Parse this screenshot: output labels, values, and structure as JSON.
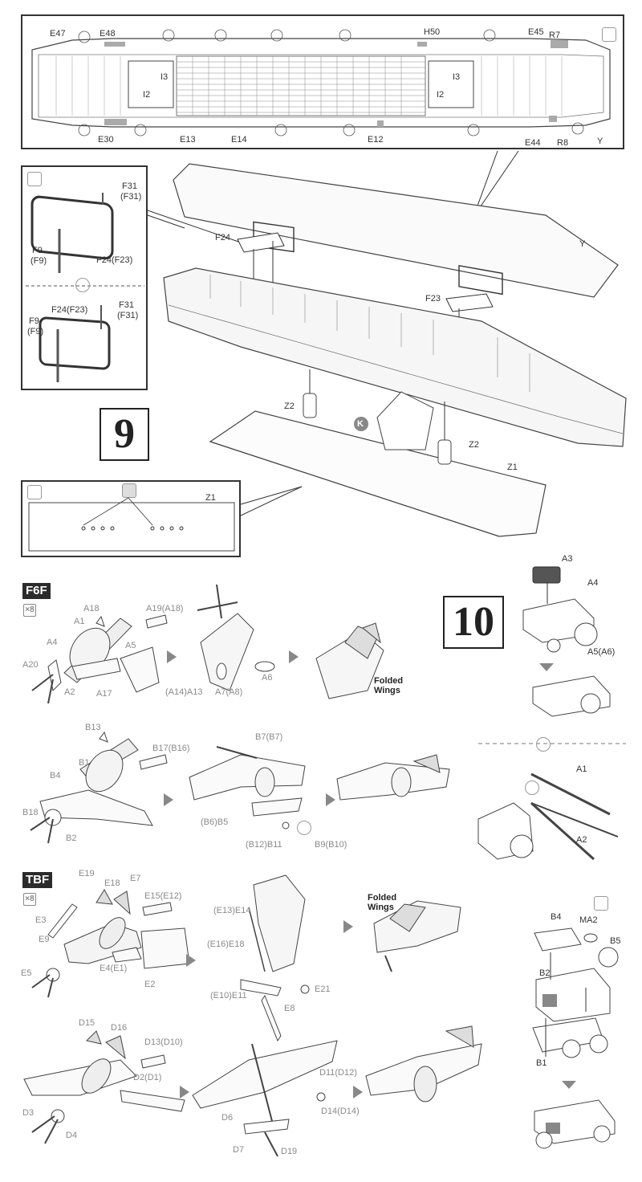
{
  "step9": {
    "number": "9",
    "plan_labels": {
      "e47": "E47",
      "e48": "E48",
      "h50": "H50",
      "e45": "E45",
      "r7": "R7",
      "i3a": "I3",
      "i2a": "I2",
      "i3b": "I3",
      "i2b": "I2",
      "e30": "E30",
      "e13": "E13",
      "e14": "E14",
      "e12": "E12",
      "e44": "E44",
      "r8": "R8",
      "y": "Y"
    },
    "detail_labels": {
      "f31a": "F31",
      "f31a_alt": "(F31)",
      "f9a": "F9",
      "f9a_alt": "(F9)",
      "f24a": "F24(F23)",
      "f24b": "F24(F23)",
      "f31b": "F31",
      "f31b_alt": "(F31)",
      "f9b": "F9",
      "f9b_alt": "(F9)"
    },
    "ship_labels": {
      "f24": "F24",
      "y": "Y",
      "f23": "F23",
      "z2a": "Z2",
      "k": "K",
      "z2b": "Z2",
      "z1": "Z1"
    },
    "stand_detail_label": "Z1"
  },
  "step10": {
    "number": "10",
    "tractor_labels": {
      "a3": "A3",
      "a4": "A4",
      "a5": "A5(A6)",
      "a1": "A1",
      "a2": "A2"
    },
    "jeep_labels": {
      "b4": "B4",
      "ma2": "MA2",
      "b5": "B5",
      "b2": "B2",
      "b1": "B1"
    }
  },
  "f6f": {
    "tag": "F6F",
    "multiplier": "×8",
    "row1_labels": {
      "a18": "A18",
      "a1": "A1",
      "a19": "A19(A18)",
      "a4": "A4",
      "a5": "A5",
      "a20": "A20",
      "a2": "A2",
      "a17": "A17",
      "a14": "(A14)A13",
      "a7": "A7(A8)",
      "a6": "A6"
    },
    "folded_note": "Folded\nWings",
    "row2_labels": {
      "b13": "B13",
      "b17": "B17(B16)",
      "b1": "B1",
      "b4": "B4",
      "b18": "B18",
      "b2": "B2",
      "b7": "B7(B7)",
      "b6": "(B6)B5",
      "b12": "(B12)B11",
      "b9": "B9(B10)"
    }
  },
  "tbf": {
    "tag": "TBF",
    "multiplier": "×8",
    "row1_labels": {
      "e19": "E19",
      "e18": "E18",
      "e7": "E7",
      "e15": "E15(E12)",
      "e3": "E3",
      "e9": "E9",
      "e4": "E4(E1)",
      "e2": "E2",
      "e5": "E5",
      "e13": "(E13)E14",
      "e16": "(E16)E18",
      "e10": "(E10)E11",
      "e8": "E8",
      "e21": "E21"
    },
    "folded_note": "Folded\nWings",
    "row2_labels": {
      "d15": "D15",
      "d16": "D16",
      "d13": "D13(D10)",
      "d2": "D2(D1)",
      "d3": "D3",
      "d4": "D4",
      "d11": "D11(D12)",
      "d14": "D14(D14)",
      "d6": "D6",
      "d7": "D7",
      "d19": "D19"
    }
  }
}
